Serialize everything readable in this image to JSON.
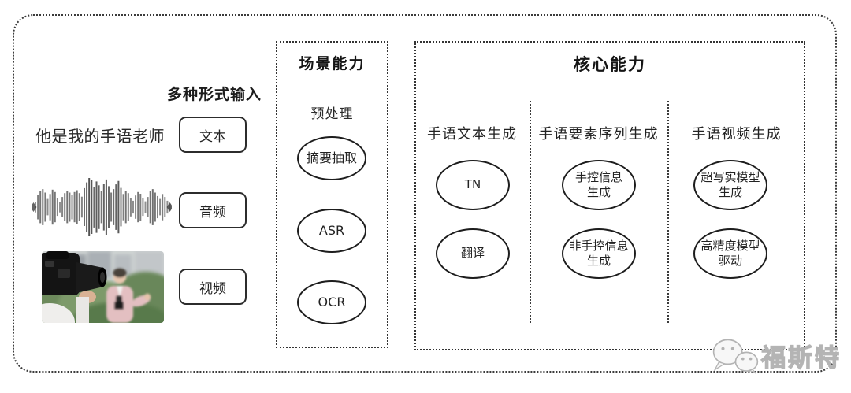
{
  "frame": {
    "border_color": "#3b3b3b",
    "background": "#ffffff"
  },
  "input_section": {
    "label": "多种形式输入",
    "sample_text": "他是我的手语老师",
    "chips": [
      {
        "id": "text",
        "label": "文本"
      },
      {
        "id": "audio",
        "label": "音频"
      },
      {
        "id": "video",
        "label": "视频"
      }
    ],
    "media": {
      "waveform_icon": "audio-waveform",
      "photo_icon": "reporter-being-filmed-photo"
    }
  },
  "scene_section": {
    "title": "场景能力",
    "subtitle": "预处理",
    "nodes": [
      {
        "lines": [
          "摘要抽取"
        ]
      },
      {
        "lines": [
          "ASR"
        ]
      },
      {
        "lines": [
          "OCR"
        ]
      }
    ]
  },
  "core_section": {
    "title": "核心能力",
    "columns": [
      {
        "header": "手语文本生成",
        "nodes": [
          {
            "lines": [
              "TN"
            ]
          },
          {
            "lines": [
              "翻译"
            ]
          }
        ]
      },
      {
        "header": "手语要素序列生成",
        "nodes": [
          {
            "lines": [
              "手控信息",
              "生成"
            ]
          },
          {
            "lines": [
              "非手控信息",
              "生成"
            ]
          }
        ]
      },
      {
        "header": "手语视频生成",
        "nodes": [
          {
            "lines": [
              "超写实模型",
              "生成"
            ]
          },
          {
            "lines": [
              "高精度模型",
              "驱动"
            ]
          }
        ]
      }
    ]
  },
  "watermark": {
    "text": "福斯特",
    "icon": "wechat-icon",
    "color": "#bfbfbf"
  },
  "waveform": {
    "color": "#3f3f3f",
    "amplitudes": [
      0.18,
      0.42,
      0.55,
      0.62,
      0.5,
      0.28,
      0.45,
      0.6,
      0.52,
      0.3,
      0.18,
      0.35,
      0.48,
      0.55,
      0.5,
      0.42,
      0.52,
      0.58,
      0.48,
      0.36,
      0.65,
      0.85,
      1.0,
      0.92,
      0.7,
      0.88,
      0.75,
      0.55,
      0.8,
      0.95,
      0.72,
      0.5,
      0.62,
      0.78,
      0.9,
      0.66,
      0.45,
      0.55,
      0.48,
      0.32,
      0.22,
      0.4,
      0.52,
      0.46,
      0.3,
      0.2,
      0.35,
      0.55,
      0.62,
      0.5,
      0.38,
      0.28,
      0.45,
      0.35,
      0.22,
      0.12
    ]
  }
}
